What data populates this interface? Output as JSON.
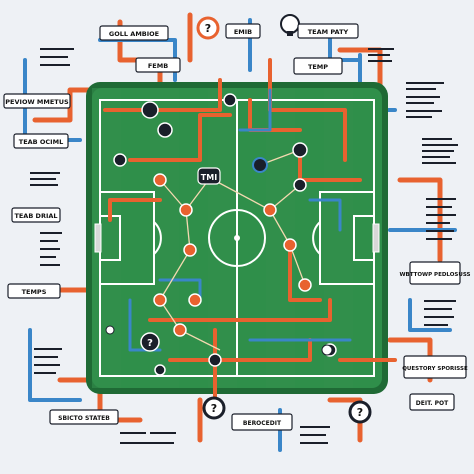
{
  "colors": {
    "background": "#eef1f5",
    "pitch": "#2f8f4a",
    "pitch_border": "#1f6a35",
    "pitch_lines": "#ffffff",
    "orange": "#e8622f",
    "blue": "#3a86c8",
    "dark": "#1a1f2a"
  },
  "labels": {
    "top_left_box": "GOLL AMBIOE",
    "top_center_box": "EMIB",
    "top_right_box": "TEAM PATY",
    "upper_left_small": "FEMB",
    "upper_right_small": "TEMP",
    "left_1": "PEVIOW MMETUS",
    "left_2": "TEAB OCIML",
    "left_3": "TEAB DRIAL",
    "left_4": "TEMPS",
    "right_1": "WBTTOWP PEDLOSUSS",
    "right_2": "QUESTORY SPORISSE",
    "right_3": "DEIT. POT",
    "bottom_left": "SBICTO STATEB",
    "bottom_center": "BEROCEDIT",
    "player_label": "TMI"
  },
  "icons": {
    "question": "?"
  }
}
